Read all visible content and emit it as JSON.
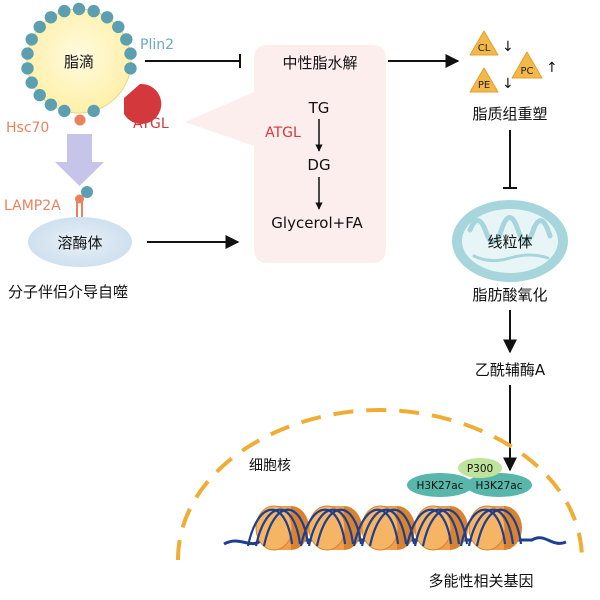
{
  "labels": {
    "lipid_droplet": "脂滴",
    "plin2": "Plin2",
    "atgl_droplet": "ATGL",
    "hsc70": "Hsc70",
    "lamp2a": "LAMP2A",
    "lysosome": "溶酶体",
    "cma": "分子伴侣介导自噬",
    "neutral_lipolysis": "中性脂水解",
    "tg": "TG",
    "atgl_box": "ATGL",
    "dg": "DG",
    "glycerol_fa": "Glycerol+FA",
    "cl": "CL",
    "pc": "PC",
    "pe": "PE",
    "lipidome_remodeling": "脂质组重塑",
    "mitochondria": "线粒体",
    "fao": "脂肪酸氧化",
    "acetyl_coa": "乙酰辅酶A",
    "nucleus": "细胞核",
    "p300": "P300",
    "h3k27ac_left": "H3K27ac",
    "h3k27ac_right": "H3K27ac",
    "pluripotency_genes": "多能性相关基因"
  },
  "arrows": {
    "cl_trend": "↓",
    "pc_trend": "↑",
    "pe_trend": "↓"
  },
  "colors": {
    "droplet_fill": "#fff5c2",
    "droplet_bead": "#5b9fb0",
    "atgl": "#d2383c",
    "hsc70": "#e8835e",
    "lysosome": "#d6e5f1",
    "cma_arrow": "#c7c4ea",
    "lipolysis_box": "#fdeeee",
    "triangle": "#f2b84a",
    "mito_outer": "#a6d6dc",
    "mito_inner": "#e8f5f7",
    "nucleus_dash": "#f0ad36",
    "p300": "#bfe39a",
    "h3k27ac": "#58b6aa",
    "dna": "#1d3f8f",
    "nucleosome": "#ef9f4c"
  }
}
